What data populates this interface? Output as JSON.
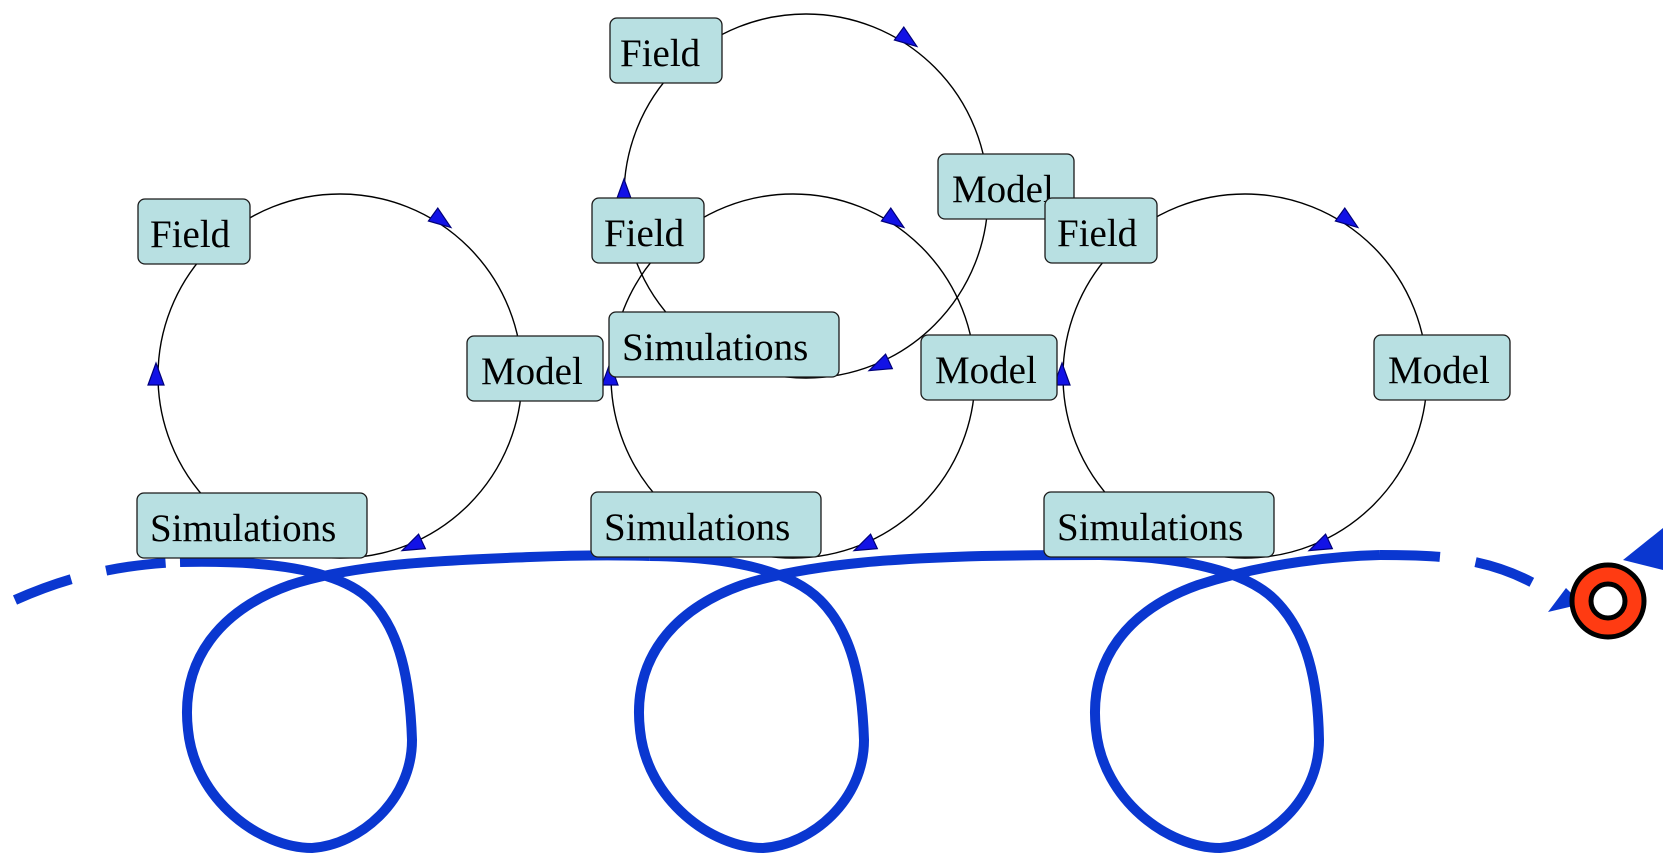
{
  "colors": {
    "node_fill": "#b8e0e2",
    "arrow_blue": "#1212e6",
    "path_blue": "#0a37d0",
    "target_red": "#ff3b12"
  },
  "cycles": [
    {
      "field": "Field",
      "model": "Model",
      "simulations": "Simulations"
    },
    {
      "field": "Field",
      "model": "Model",
      "simulations": "Simulations"
    },
    {
      "field": "Field",
      "model": "Model",
      "simulations": "Simulations"
    },
    {
      "field": "Field",
      "model": "Model",
      "simulations": "Simulations"
    }
  ],
  "icons": {
    "goal": "target-icon",
    "path": "spiral-path"
  }
}
